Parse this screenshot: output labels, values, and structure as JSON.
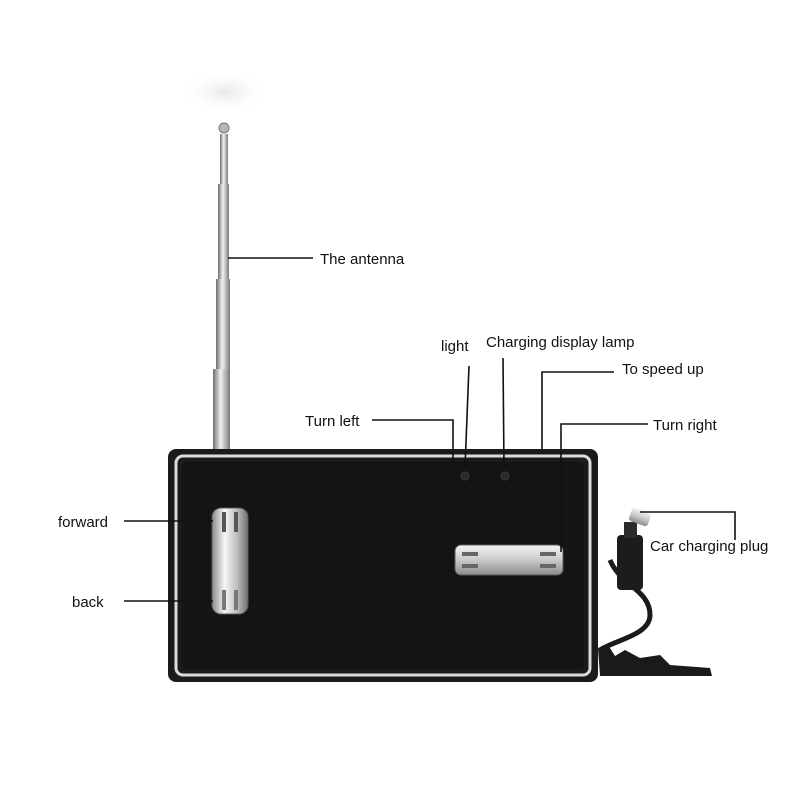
{
  "title": "",
  "labels": {
    "antenna": "The antenna",
    "light": "light",
    "charging_lamp": "Charging display lamp",
    "speed_up": "To speed up",
    "turn_left": "Turn left",
    "turn_right": "Turn right",
    "forward": "forward",
    "back": "back",
    "car_charging_plug": "Car charging plug"
  },
  "colors": {
    "body": "#161616",
    "frame": "#d9d9d9",
    "chrome": "#c8c8c8",
    "leader_line": "#111111"
  }
}
